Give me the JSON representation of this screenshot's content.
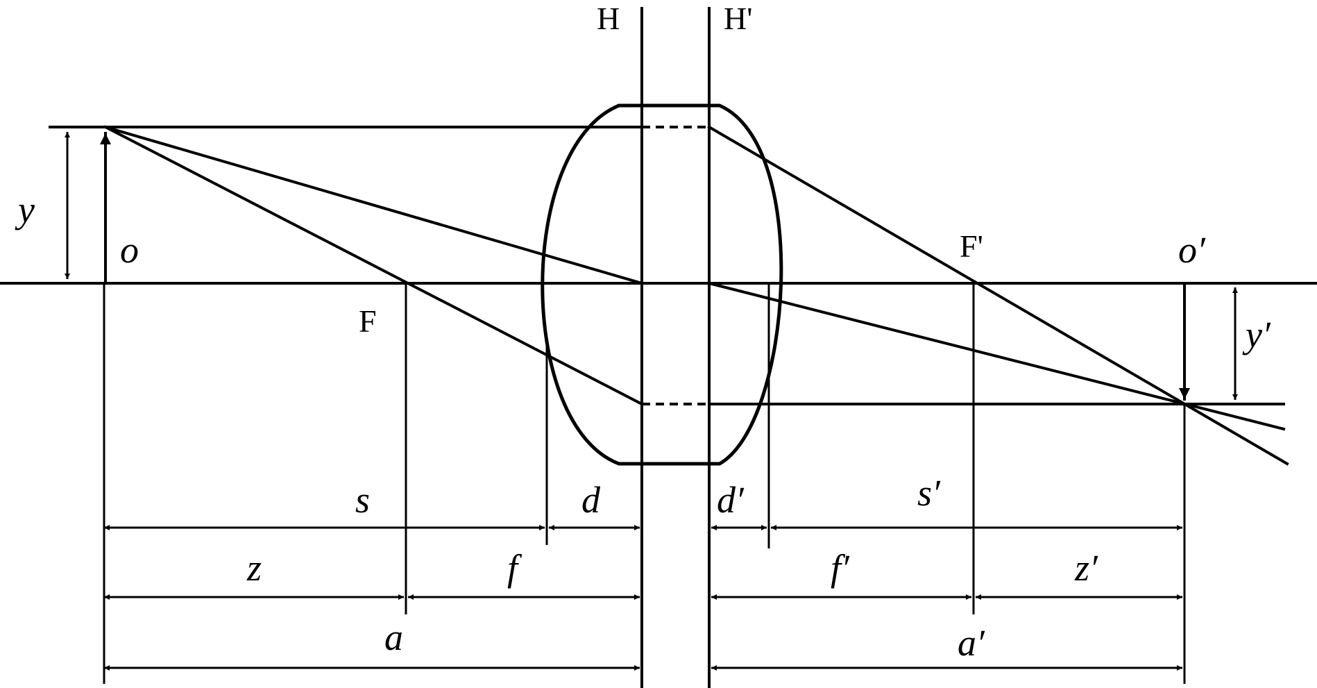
{
  "labels": {
    "H": "H",
    "H_prime": "H'",
    "F": "F",
    "F_prime": "F'",
    "y": "y",
    "o": "o",
    "o_prime": "o′",
    "y_prime": "y′",
    "s": "s",
    "d": "d",
    "d_prime": "d′",
    "s_prime": "s′",
    "z": "z",
    "f": "f",
    "f_prime": "f′",
    "z_prime": "z′",
    "a": "a",
    "a_prime": "a′"
  }
}
